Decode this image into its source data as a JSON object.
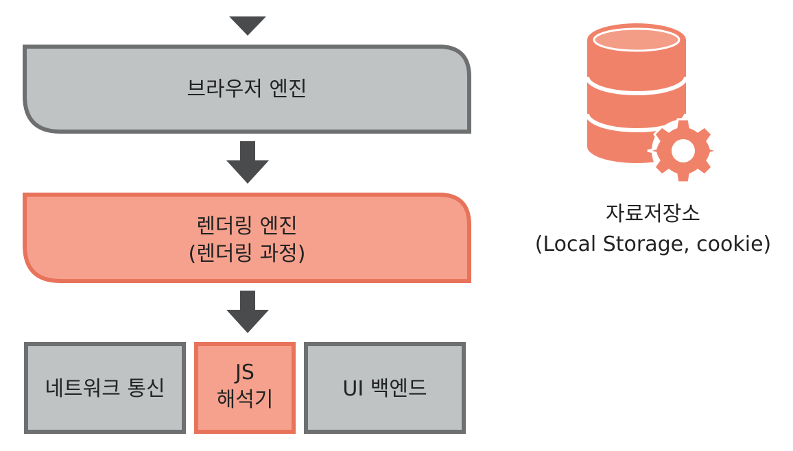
{
  "diagram": {
    "top_block": {
      "label": "브라우저 엔진",
      "color": "#BFC3C4"
    },
    "middle_block": {
      "line1": "렌더링 엔진",
      "line2": "(렌더링 과정)",
      "color": "#F5A18D"
    },
    "bottom_blocks": [
      {
        "label": "네트워크 통신",
        "color": "#BFC3C4"
      },
      {
        "line1": "JS",
        "line2": "해석기",
        "color": "#F5A18D"
      },
      {
        "label": "UI 백엔드",
        "color": "#BFC3C4"
      }
    ],
    "storage": {
      "icon": "database-gear-icon",
      "title": "자료저장소",
      "subtitle": "(Local Storage, cookie)",
      "color": "#F0826A"
    },
    "colors": {
      "gray_fill": "#BFC3C4",
      "gray_stroke": "#6E6F71",
      "salmon_fill": "#F5A18D",
      "salmon_stroke": "#E8735B",
      "arrow": "#4A4B4D",
      "text": "#222222"
    }
  }
}
